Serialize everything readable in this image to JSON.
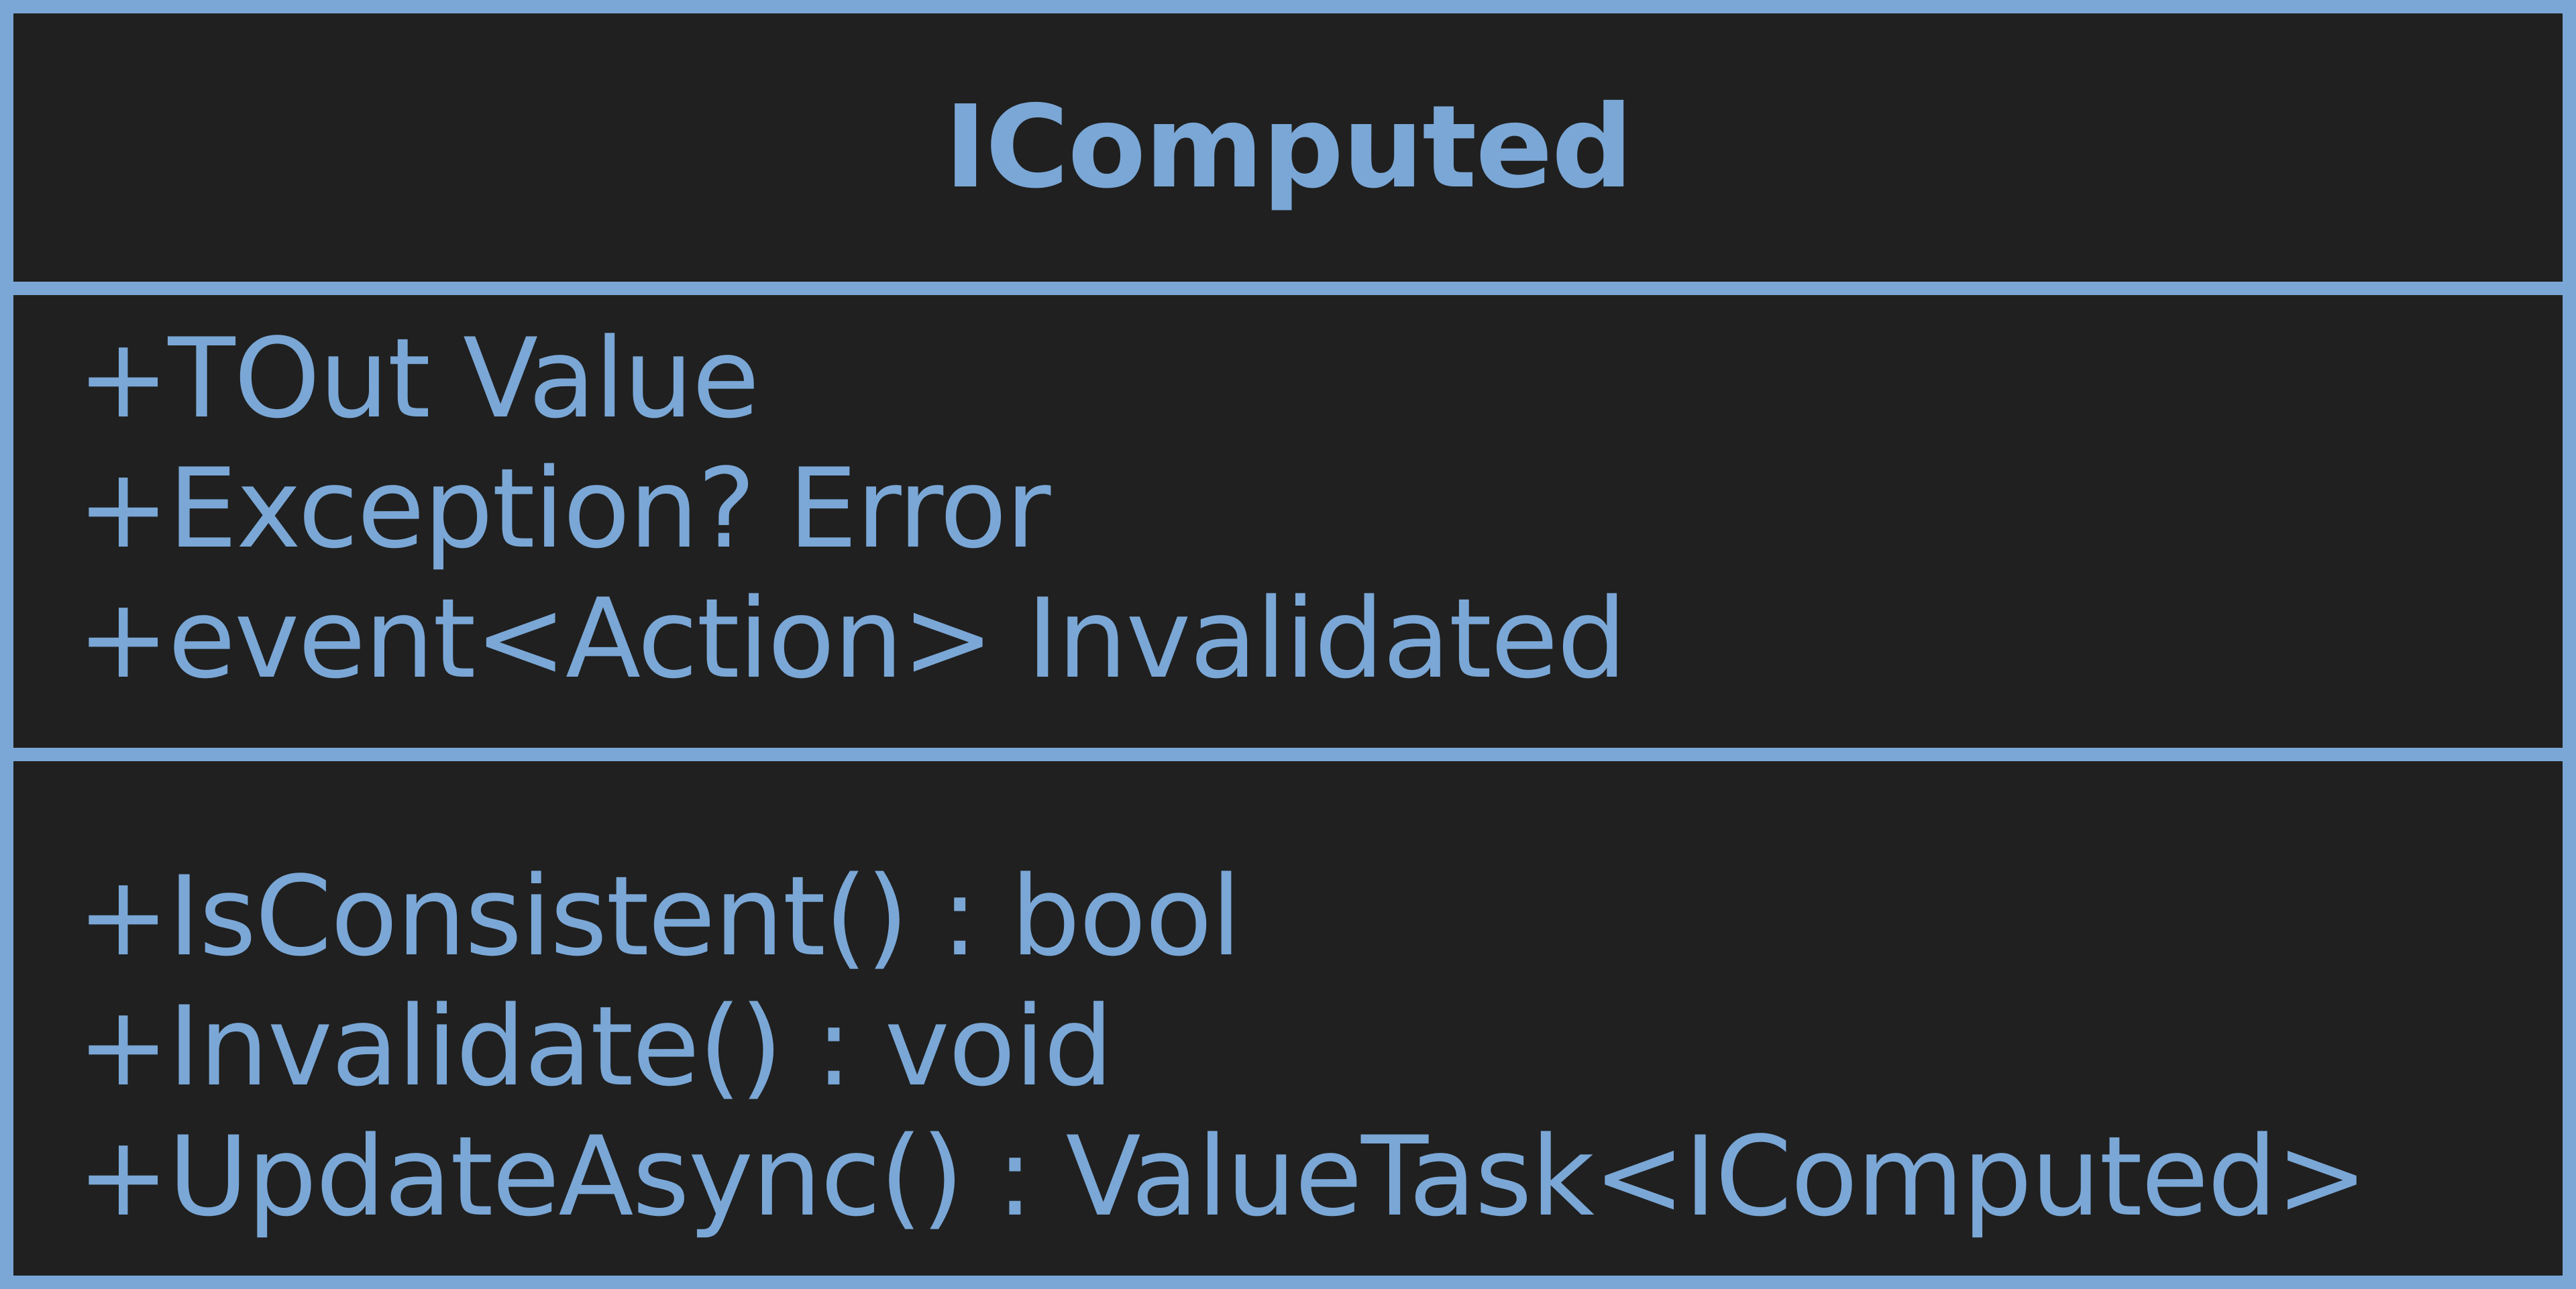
{
  "uml_class": {
    "name": "IComputed",
    "attributes": [
      "+TOut Value",
      "+Exception? Error",
      "+event<Action> Invalidated"
    ],
    "operations": [
      "+IsConsistent() : bool",
      "+Invalidate() : void",
      "+UpdateAsync() : ValueTask<IComputed>"
    ]
  },
  "colors": {
    "background": "#202020",
    "stroke": "#7aa7d6",
    "text": "#7aa7d6"
  }
}
